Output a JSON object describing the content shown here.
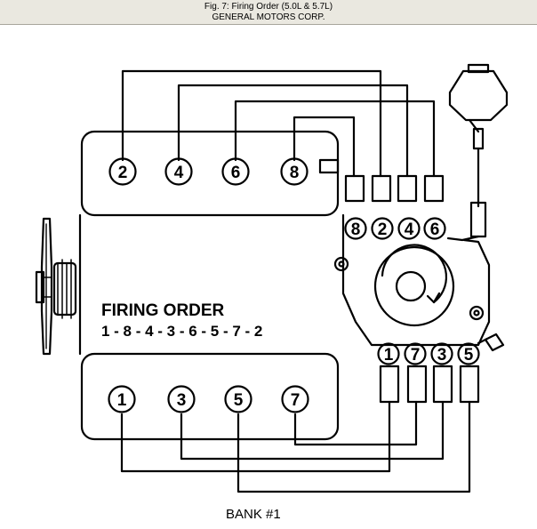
{
  "header": {
    "title": "Fig. 7: Firing Order (5.0L & 5.7L)",
    "subtitle": "GENERAL MOTORS CORP."
  },
  "diagram": {
    "firing_order_label": "FIRING ORDER",
    "firing_order_sequence": "1 - 8 - 4 - 3 - 6 - 5 - 7 - 2",
    "bank_label": "BANK #1",
    "upper_cylinders": [
      "2",
      "4",
      "6",
      "8"
    ],
    "lower_cylinders": [
      "1",
      "3",
      "5",
      "7"
    ],
    "cap_top_terminals": [
      "8",
      "2",
      "4",
      "6"
    ],
    "cap_bottom_terminals": [
      "1",
      "7",
      "3",
      "5"
    ]
  }
}
